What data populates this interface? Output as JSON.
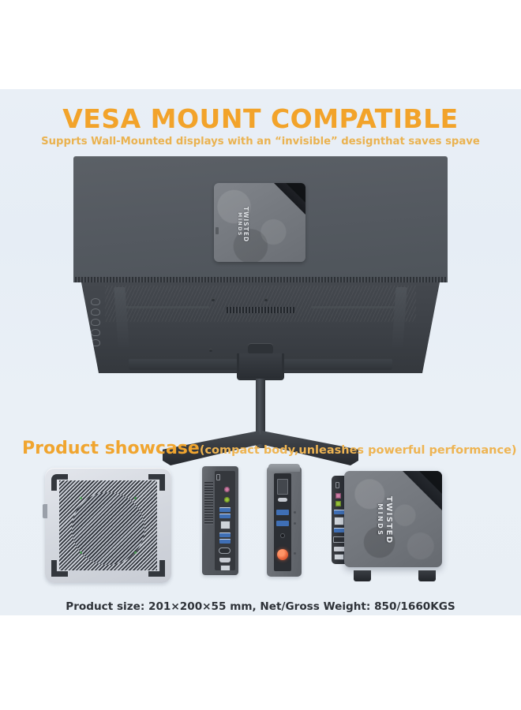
{
  "headline": "VESA MOUNT COMPATIBLE",
  "subhead": "Supprts Wall-Mounted displays with an “invisible” designthat saves spave",
  "showcase": {
    "title_main": "Product showcase",
    "title_note": "(compact body,unleashes powerful performance)"
  },
  "caption": "Product size: 201×200×55 mm, Net/Gross Weight: 850/1660KGS",
  "brand": {
    "line1": "TWISTED",
    "line2": "MINDS"
  },
  "colors": {
    "headline_orange": "#f2a32a",
    "subhead_orange": "#eab250",
    "panel_bg": "#e9eff6",
    "device_gray": "#74787e",
    "corner_black": "#14161a",
    "power_button": "#e8633a",
    "usb_blue": "#3f6fb5",
    "mic_jack_pink": "#d17fa8",
    "audio_jack_green": "#9ac43c",
    "caption_text": "#2e3238"
  },
  "icons": {
    "monitor": "monitor-rear-view",
    "mini_pc": "mini-pc-device",
    "bottom_view": "mini-pc-bottom-vent-view",
    "rear_io": "mini-pc-rear-io-panel",
    "front_io": "mini-pc-front-io-panel",
    "hero": "mini-pc-hero-3d-view"
  }
}
